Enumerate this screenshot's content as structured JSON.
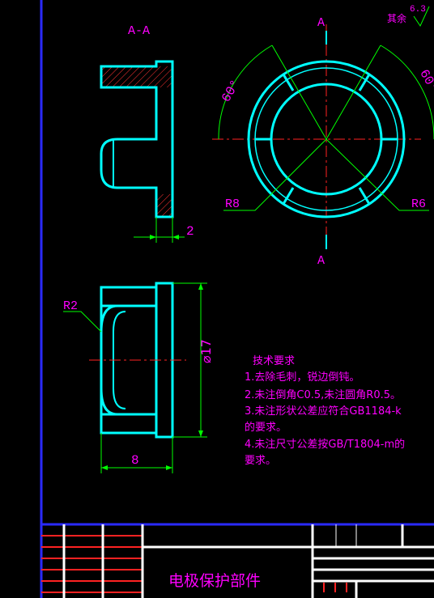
{
  "drawing": {
    "section_label": "A-A",
    "cut_label_top": "A",
    "cut_label_bottom": "A",
    "surface_finish_value": "6.3",
    "surface_finish_note": "其余",
    "angle_left": "60°",
    "angle_right": "60°",
    "radius_left": "R8",
    "radius_right": "R6",
    "radius_side": "R2",
    "dim_thickness": "2",
    "dim_diameter": "⌀17",
    "dim_length": "8"
  },
  "notes": {
    "heading": "技术要求",
    "items": [
      "1.去除毛刺，锐边倒钝。",
      "2.未注倒角C0.5,未注圆角R0.5。",
      "3.未注形状公差应符合GB1184-k",
      "的要求。",
      "4.未注尺寸公差按GB/T1804-m的",
      "要求。"
    ]
  },
  "title_block": {
    "part_name": "电极保护部件"
  },
  "colors": {
    "outline": "#00ffff",
    "dimension": "#00ff00",
    "text": "#ff00ff",
    "center": "#ff0000",
    "frame": "#0000ff",
    "table": "#ffffff"
  }
}
